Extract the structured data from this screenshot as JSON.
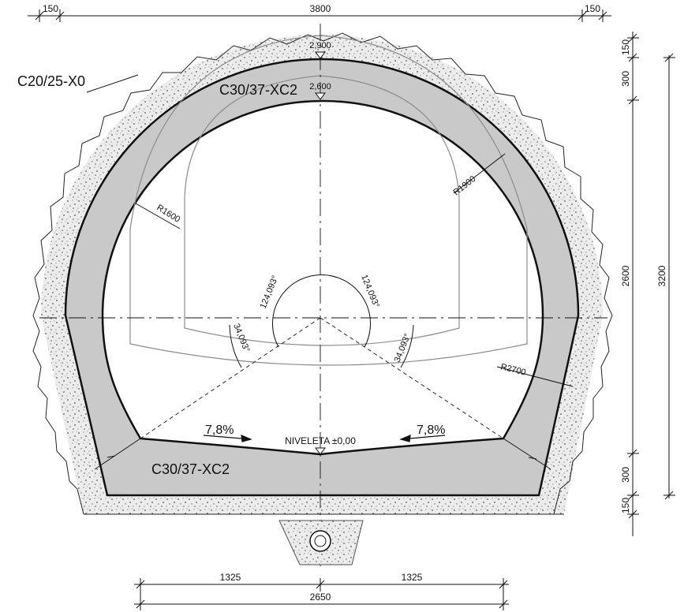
{
  "dimensions": {
    "top_left": "150",
    "top_total": "3800",
    "top_right": "150",
    "right_top_150": "150",
    "right_300_top": "300",
    "right_2600": "2600",
    "right_300_bottom": "300",
    "right_150_bottom": "150",
    "right_total": "3200",
    "bottom_left": "1325",
    "bottom_right": "1325",
    "bottom_total": "2650"
  },
  "labels": {
    "outer_concrete": "C20/25-X0",
    "inner_lining_top": "C30/37-XC2",
    "inner_lining_bottom": "C30/37-XC2",
    "elev_top": "2,900",
    "elev_inner": "2,600",
    "radius_small": "R1600",
    "radius_side": "R1900",
    "radius_invert": "R2700",
    "angle_left_big": "124,093°",
    "angle_right_big": "124,093°",
    "angle_left_small": "34,093°",
    "angle_right_small": "34,093°",
    "slope_left": "7,8%",
    "slope_right": "7,8%",
    "niveleta": "NIVELETA ±0,00"
  },
  "colors": {
    "lining": "#c9c9c9",
    "gravel": "#e4e4e4",
    "line": "#111111",
    "clearance": "#9a9a9a"
  }
}
